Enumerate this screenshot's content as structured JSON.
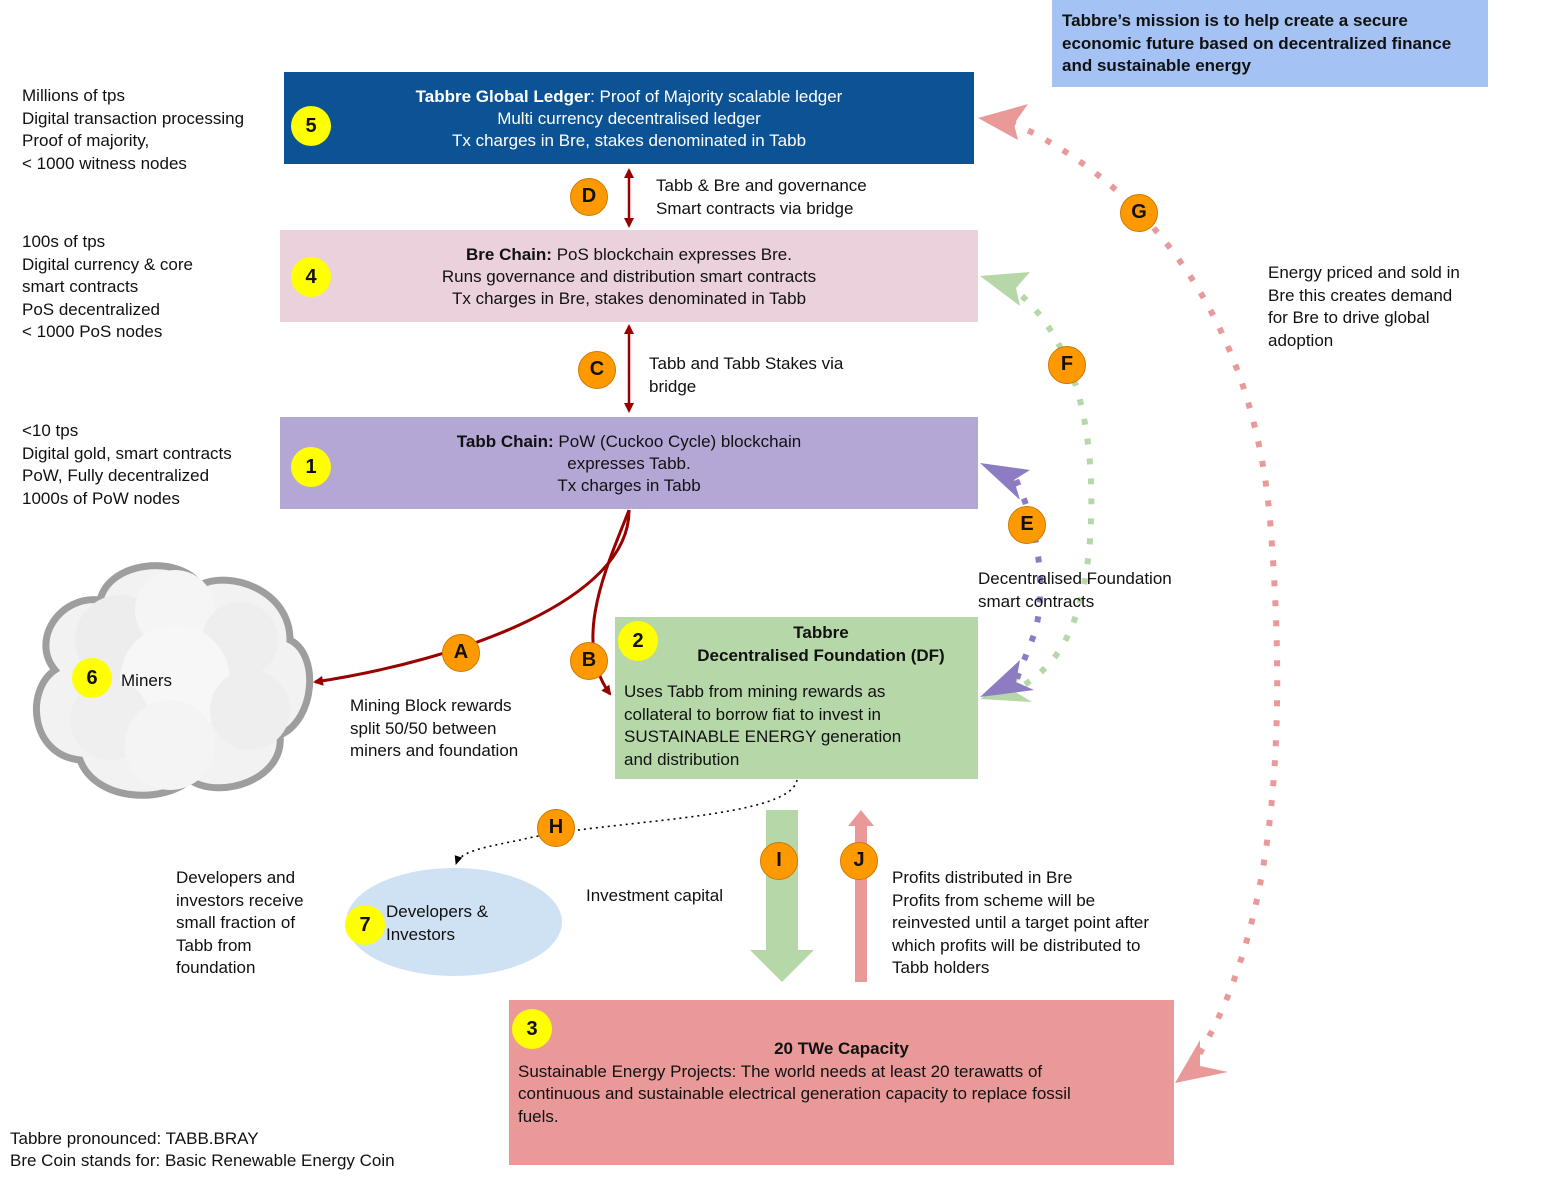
{
  "mission": "Tabbre’s mission is to help create a secure economic future based on decentralized finance and sustainable energy",
  "colors": {
    "ledger": "#0b5394",
    "bre": "#ead1dc",
    "tabb": "#b4a7d6",
    "df": "#b6d7a8",
    "energy": "#ea9999",
    "mission": "#a4c2f4",
    "devs": "#cfe2f3",
    "dark_red": "#990000",
    "number_badge": "#ffff00",
    "letter_badge": "#ff9900"
  },
  "ledger": {
    "number": "5",
    "title": "Tabbre Global Ledger",
    "title_rest": ": Proof of Majority scalable ledger",
    "line2": "Multi currency decentralised ledger",
    "line3": "Tx charges in Bre, stakes denominated in Tabb",
    "side": "Millions of  tps\nDigital transaction processing\nProof of majority,\n< 1000  witness nodes"
  },
  "bre_chain": {
    "number": "4",
    "title": "Bre Chain:",
    "title_rest": " PoS blockchain  expresses Bre.",
    "line2": "Runs governance and distribution  smart contracts",
    "line3": "Tx charges in Bre, stakes denominated in Tabb",
    "side": "100s of tps\nDigital currency & core\nsmart contracts\nPoS decentralized\n< 1000 PoS nodes"
  },
  "tabb_chain": {
    "number": "1",
    "title": "Tabb Chain:",
    "title_rest": " PoW (Cuckoo Cycle)  blockchain",
    "line2": "expresses Tabb.",
    "line3": "Tx charges in Tabb",
    "side": "<10 tps\nDigital gold, smart contracts\nPoW, Fully decentralized\n1000s of PoW nodes"
  },
  "df": {
    "number": "2",
    "title1": "Tabbre",
    "title2": "Decentralised Foundation (DF)",
    "body": "Uses Tabb from mining rewards as\ncollateral to borrow fiat to invest in\nSUSTAINABLE  ENERGY generation\nand distribution"
  },
  "energy": {
    "number": "3",
    "title": "20 TWe Capacity",
    "body": "Sustainable Energy Projects: The world needs at least 20 terawatts of\ncontinuous and sustainable electrical generation capacity to replace fossil\nfuels."
  },
  "miners": {
    "number": "6",
    "label": "Miners"
  },
  "devs": {
    "number": "7",
    "label": "Developers &\nInvestors",
    "side": "Developers and\ninvestors receive\nsmall fraction of\nTabb from\nfoundation"
  },
  "edges": {
    "A": {
      "letter": "A",
      "text": "Mining Block rewards\nsplit 50/50 between\nminers and foundation"
    },
    "B": {
      "letter": "B"
    },
    "C": {
      "letter": "C",
      "text": "Tabb and Tabb Stakes  via\nbridge"
    },
    "D": {
      "letter": "D",
      "text": "Tabb & Bre and governance\nSmart contracts via  bridge"
    },
    "E": {
      "letter": "E",
      "text": "Decentralised Foundation\n smart contracts"
    },
    "F": {
      "letter": "F"
    },
    "G": {
      "letter": "G",
      "text": "Energy priced and sold in\nBre this creates demand\nfor Bre to drive global\nadoption"
    },
    "H": {
      "letter": "H"
    },
    "I": {
      "letter": "I",
      "text": "Investment capital"
    },
    "J": {
      "letter": "J",
      "text": "Profits distributed in Bre\nProfits from scheme will be\nreinvested until a target point after\nwhich profits will be distributed to\nTabb holders"
    }
  },
  "footer": {
    "line1": "Tabbre pronounced: TABB.BRAY",
    "line2": "Bre Coin stands for: Basic Renewable Energy  Coin"
  }
}
